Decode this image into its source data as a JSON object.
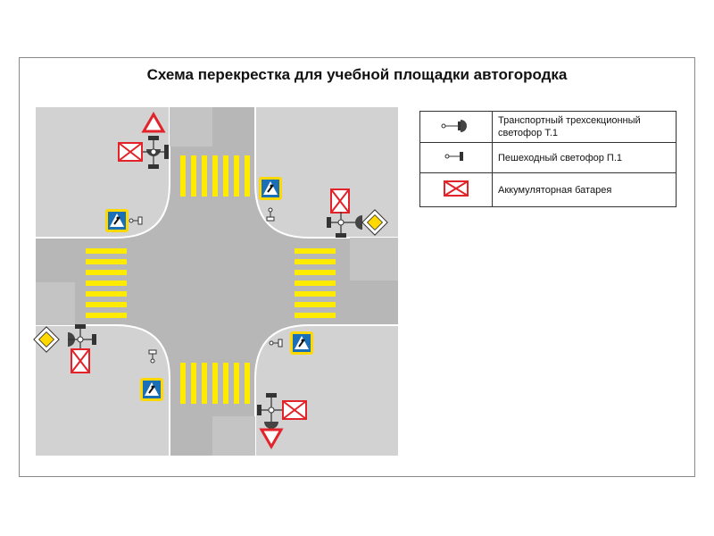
{
  "title": "Схема перекрестка для учебной площадки автогородка",
  "legend": [
    {
      "symbol": "transport-traffic-light-icon",
      "text": "Транспортный трехсекционный светофор Т.1"
    },
    {
      "symbol": "pedestrian-traffic-light-icon",
      "text": "Пешеходный светофор П.1"
    },
    {
      "symbol": "battery-icon",
      "text": "Аккумуляторная батарея"
    }
  ],
  "colors": {
    "road": "#b7b7b7",
    "sidewalk": "#d2d2d2",
    "crosswalk": "#ffeb00",
    "battery": "#e2232a",
    "sign_blue": "#1b6fb6",
    "sign_yellow": "#ffd800",
    "yield_red": "#e2232a"
  }
}
